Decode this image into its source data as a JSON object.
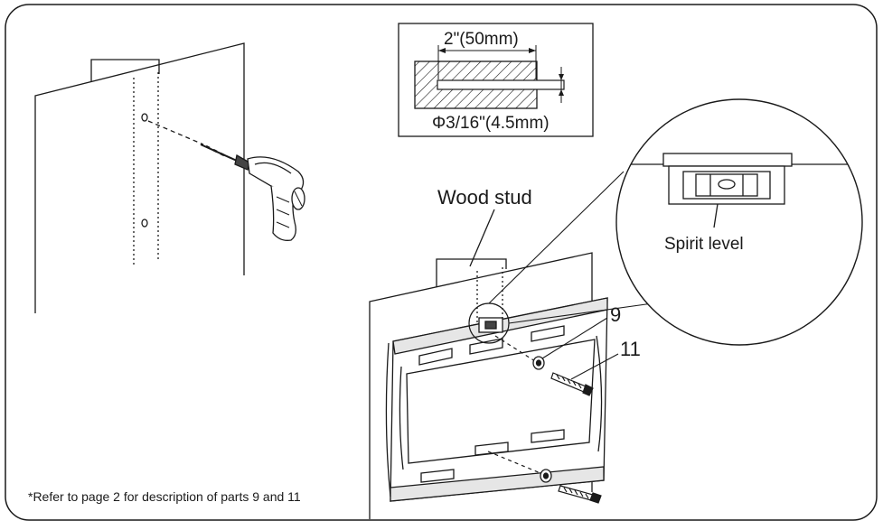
{
  "labels": {
    "dimension_width": "2\"(50mm)",
    "dimension_diameter": "Φ3/16\"(4.5mm)",
    "wood_stud": "Wood stud",
    "spirit_level": "Spirit level",
    "part_9": "9",
    "part_11": "11",
    "footnote": "*Refer to page 2 for description of parts 9 and 11"
  },
  "icons": [
    "drill-icon",
    "spirit-level-icon",
    "washer-icon",
    "lag-screw-icon"
  ],
  "colors": {
    "line": "#1a1a1a",
    "background": "#ffffff"
  }
}
